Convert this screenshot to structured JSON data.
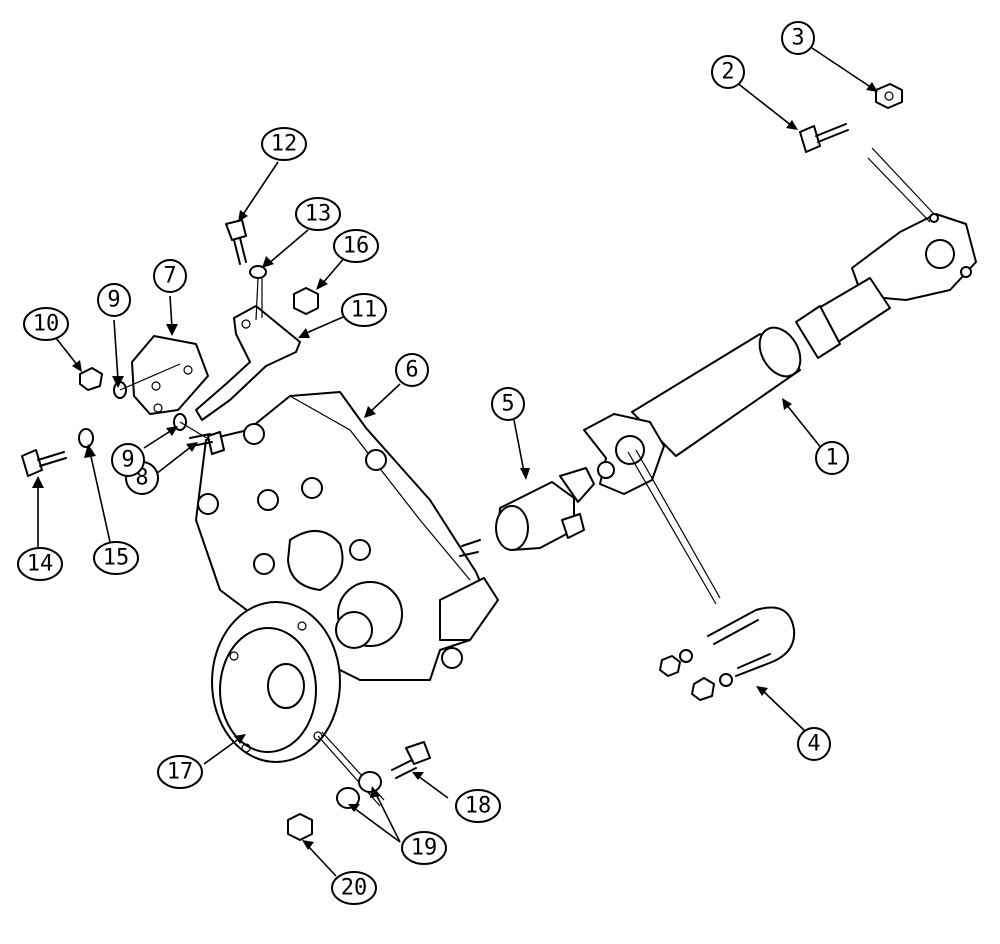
{
  "callouts": [
    "1",
    "2",
    "3",
    "4",
    "5",
    "6",
    "7",
    "8",
    "9",
    "9",
    "10",
    "11",
    "12",
    "13",
    "14",
    "15",
    "16",
    "17",
    "18",
    "19",
    "20"
  ]
}
